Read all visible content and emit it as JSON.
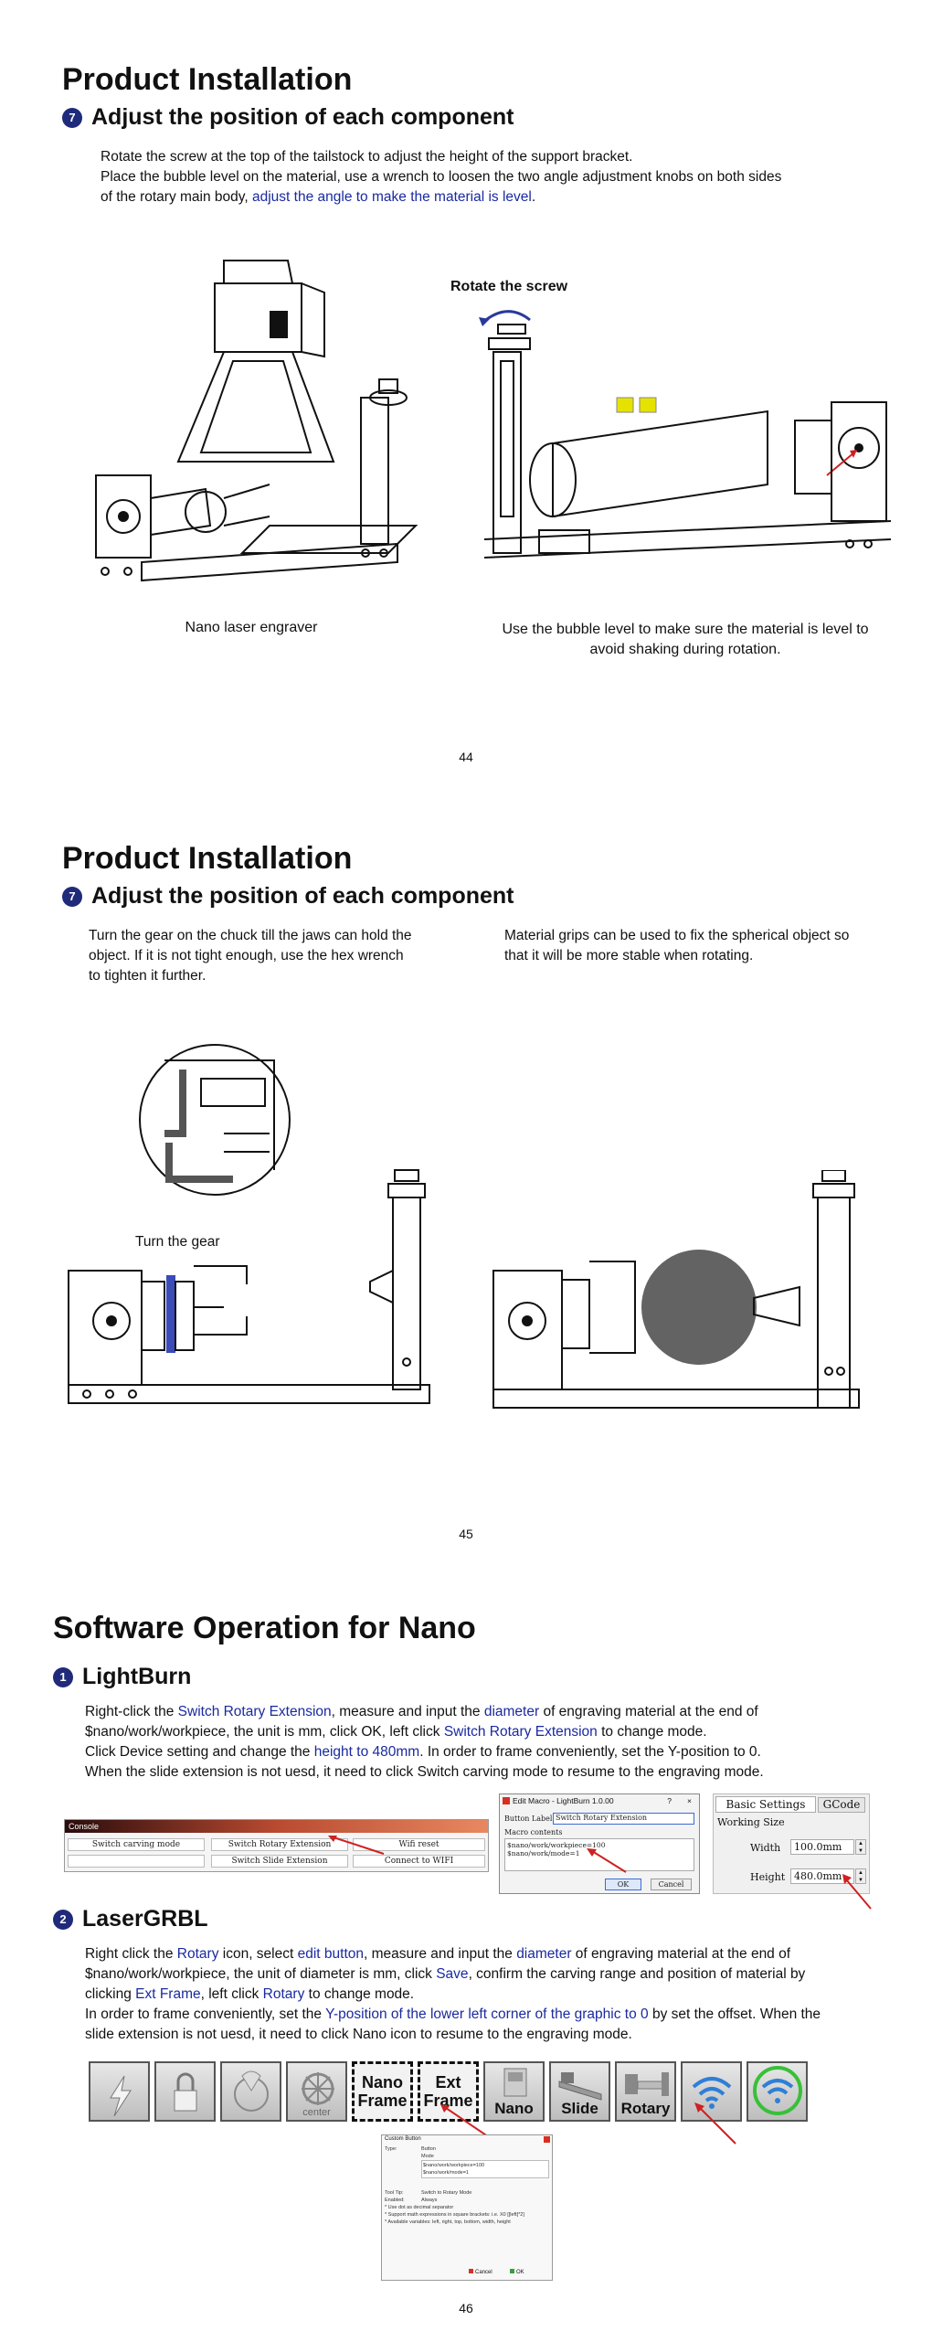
{
  "page44": {
    "title": "Product Installation",
    "step_num": "7",
    "step_title": "Adjust the position of each component",
    "para_line1": "Rotate the screw at the top of the tailstock to adjust the height of the support bracket.",
    "para_line2": "Place the bubble level on the material, use a wrench to loosen the two angle adjustment knobs on both sides",
    "para_line3_a": "of the rotary main body, ",
    "para_line3_link": "adjust the angle to make the material is level",
    "para_line3_b": ".",
    "label_rotate": "Rotate the screw",
    "caption_left": "Nano laser engraver",
    "caption_right_1": "Use the bubble level to make sure the material is level to",
    "caption_right_2": "avoid shaking during rotation.",
    "page_number": "44"
  },
  "page45": {
    "title": "Product Installation",
    "step_num": "7",
    "step_title": "Adjust the position of each component",
    "left_l1": "Turn the gear on the chuck till the jaws can hold the",
    "left_l2": "object. If it is not tight enough, use the hex  wrench",
    "left_l3": "to tighten it further.",
    "right_l1": "Material grips can be used to fix the spherical object so",
    "right_l2": "that it will be more stable when rotating.",
    "label_gear": "Turn the gear",
    "page_number": "45"
  },
  "page46": {
    "title": "Software Operation for Nano",
    "s1_num": "1",
    "s1_title": "LightBurn",
    "s1_l1_a": "Right-click the ",
    "s1_l1_b": "Switch Rotary Extension",
    "s1_l1_c": ", measure and input the ",
    "s1_l1_d": "diameter",
    "s1_l1_e": " of engraving material at the end of",
    "s1_l2_a": "$nano/work/workpiece, the unit is mm, click OK, left click ",
    "s1_l2_b": "Switch Rotary Extension",
    "s1_l2_c": " to change mode.",
    "s1_l3_a": "Click Device setting and change the ",
    "s1_l3_b": "height to 480mm",
    "s1_l3_c": ". In order to frame conveniently, set the Y-position to 0.",
    "s1_l4": "When the slide extension is not uesd, it need to click Switch carving mode to resume to the engraving mode.",
    "console": {
      "title": "Console",
      "b1": "Switch carving mode",
      "b2": "Switch Rotary Extension",
      "b3": "Wifi reset",
      "b4": "Switch Slide Extension",
      "b5": "Connect to WIFI"
    },
    "macro": {
      "title": "Edit Macro - LightBurn 1.0.00",
      "help": "?",
      "close": "×",
      "label_btn": "Button Label:",
      "btn_value": "Switch Rotary Extension",
      "contents_label": "Macro contents",
      "line1": "$nano/work/workpiece=100",
      "line2": "$nano/work/mode=1",
      "ok": "OK",
      "cancel": "Cancel"
    },
    "device": {
      "tab1": "Basic Settings",
      "tab2": "GCode",
      "section": "Working Size",
      "width_label": "Width",
      "width_value": "100.0mm",
      "height_label": "Height",
      "height_value": "480.0mm"
    },
    "s2_num": "2",
    "s2_title": "LaserGRBL",
    "s2_l1_a": "Right click the ",
    "s2_l1_b": "Rotary",
    "s2_l1_c": " icon, select ",
    "s2_l1_d": "edit button",
    "s2_l1_e": ", measure and input the ",
    "s2_l1_f": "diameter",
    "s2_l1_g": " of engraving material at the end of",
    "s2_l2_a": "$nano/work/workpiece, the unit of diameter is mm, click ",
    "s2_l2_b": "Save",
    "s2_l2_c": ", confirm the carving range and position of material by",
    "s2_l3_a": "clicking ",
    "s2_l3_b": "Ext Frame",
    "s2_l3_c": ", left click ",
    "s2_l3_d": "Rotary",
    "s2_l3_e": " to change mode.",
    "s2_l4_a": "In order to frame conveniently, set the ",
    "s2_l4_b": "Y-position of the lower left corner of the graphic to 0",
    "s2_l4_c": " by set the offset. When the",
    "s2_l5": "slide extension is not uesd, it need to click Nano icon to resume to the engraving mode.",
    "toolbar": {
      "nano_frame": "Nano Frame",
      "ext_frame": "Ext Frame",
      "nano": "Nano",
      "slide": "Slide",
      "rotary": "Rotary",
      "center": "center"
    },
    "custom": {
      "title": "Custom Button",
      "type": "Type:",
      "type_v": "Button",
      "mode": "Mode",
      "gcode1": "$nano/work/workpiece=100",
      "gcode2": "$nano/work/mode=1",
      "caption": "Tool Tip:",
      "tip_v": "Switch to Rotary Mode",
      "enabled": "Enabled:",
      "always": "Always",
      "n1": "* Use dot as decimal separator",
      "n2": "* Support math expressions in square brackets: i.e. X0 [[left]*2]",
      "n3": "* Available variables: left, right, top, bottom, width, height",
      "cancel": "Cancel",
      "ok": "OK"
    },
    "page_number": "46"
  }
}
